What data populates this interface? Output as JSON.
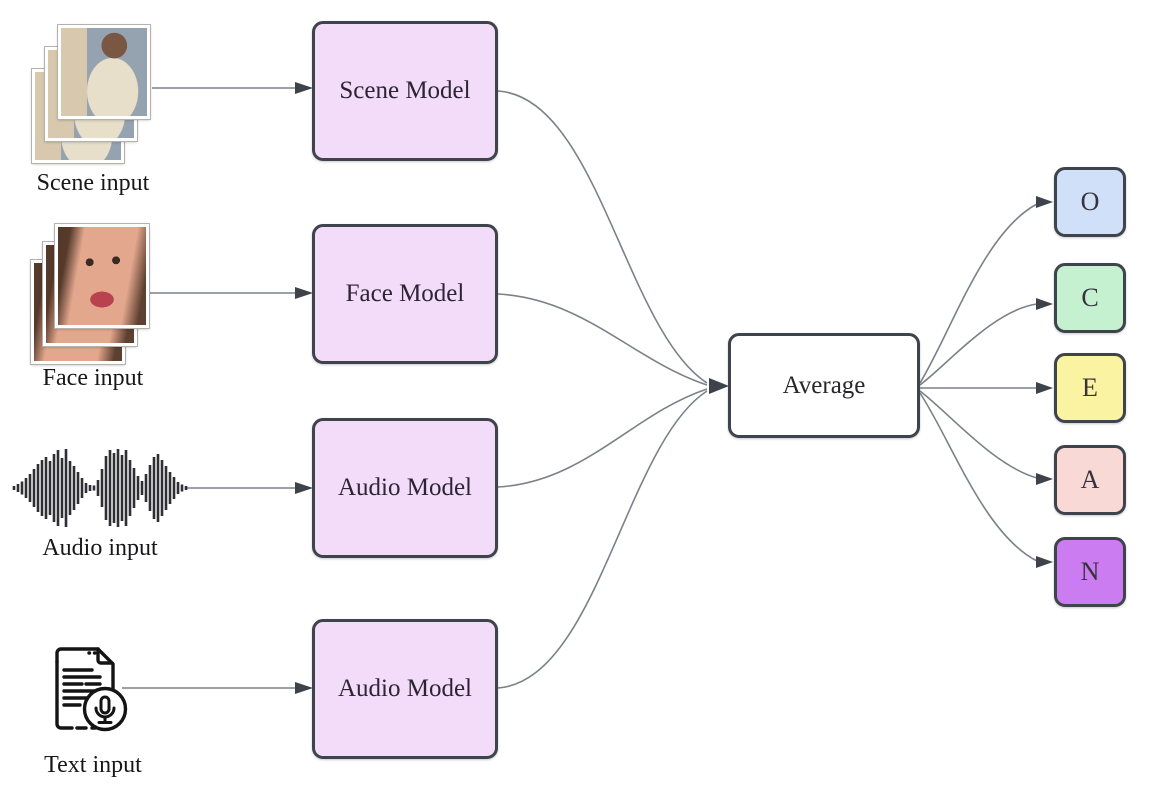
{
  "diagram": {
    "inputs": [
      {
        "label": "Scene input",
        "icon": "scene-frames-icon"
      },
      {
        "label": "Face input",
        "icon": "face-frames-icon"
      },
      {
        "label": "Audio input",
        "icon": "waveform-icon"
      },
      {
        "label": "Text input",
        "icon": "document-mic-icon"
      }
    ],
    "models": [
      {
        "label": "Scene Model"
      },
      {
        "label": "Face Model"
      },
      {
        "label": "Audio Model"
      },
      {
        "label": "Audio Model"
      }
    ],
    "aggregator": {
      "label": "Average"
    },
    "outputs": [
      {
        "label": "O",
        "fill": "#cfe0f8"
      },
      {
        "label": "C",
        "fill": "#c6f1d1"
      },
      {
        "label": "E",
        "fill": "#faf3a2"
      },
      {
        "label": "A",
        "fill": "#f8d9d5"
      },
      {
        "label": "N",
        "fill": "#cb7cf0"
      }
    ],
    "colors": {
      "model_fill": "#f3dcf9",
      "aggregator_fill": "#ffffff",
      "box_border": "#3f444c",
      "connector_line": "#7c8088",
      "arrowhead": "#3e434a",
      "background": "#ffffff"
    },
    "connections": {
      "input_to_model": [
        [
          "Scene input",
          "Scene Model"
        ],
        [
          "Face input",
          "Face Model"
        ],
        [
          "Audio input",
          "Audio Model"
        ],
        [
          "Text input",
          "Audio Model"
        ]
      ],
      "model_to_aggregator": [
        "Scene Model",
        "Face Model",
        "Audio Model",
        "Audio Model"
      ],
      "aggregator_to_outputs": [
        "O",
        "C",
        "E",
        "A",
        "N"
      ]
    }
  }
}
